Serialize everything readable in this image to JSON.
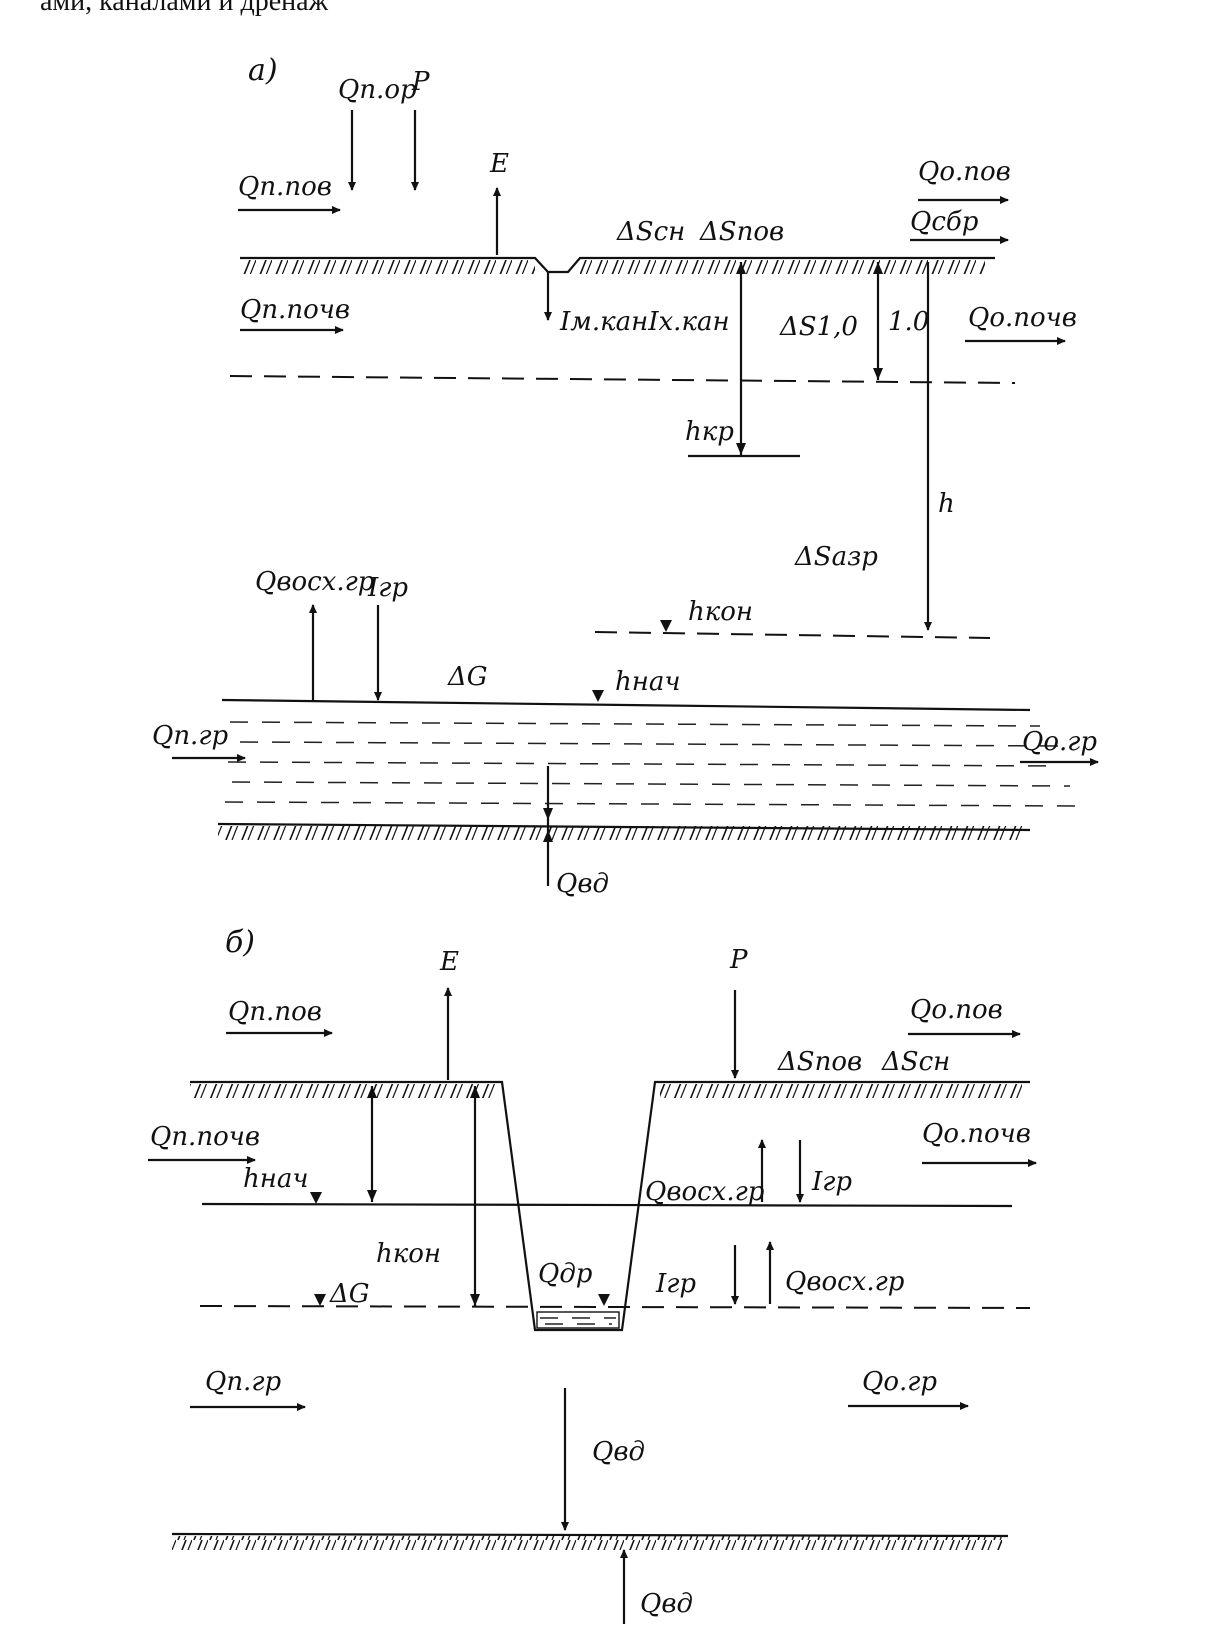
{
  "header_fragment": "ами,  каналами и  дренаж",
  "panel_a": {
    "tag": "а)",
    "inflow_surface": "Qп.пов",
    "inflow_irrigation": "Qп.ор",
    "precip": "P",
    "evap": "E",
    "snow_storage": "ΔSсн",
    "surface_storage": "ΔSпов",
    "outflow_surface": "Qо.пов",
    "discharge": "Qсбр",
    "inflow_soil": "Qп.почв",
    "canal_infiltration": "Iм.канIх.кан",
    "storage_top_layer": "ΔS1,0",
    "depth_1m": "1.0",
    "outflow_soil": "Qо.почв",
    "critical_depth": "hкр",
    "depth": "h",
    "aeration_storage": "ΔSазр",
    "gw_rise": "Qвосх.гр",
    "gw_infiltration": "Iгр",
    "final_level": "hкон",
    "groundwater_storage": "ΔG",
    "initial_level": "hнач",
    "inflow_gw": "Qп.гр",
    "outflow_gw": "Qо.гр",
    "deep_exchange": "Qвд"
  },
  "panel_b": {
    "tag": "б)",
    "evap": "E",
    "precip": "P",
    "inflow_surface": "Qп.пов",
    "outflow_surface": "Qо.пов",
    "surface_storage": "ΔSпов",
    "snow_storage": "ΔSсн",
    "inflow_soil": "Qп.почв",
    "outflow_soil": "Qо.почв",
    "initial_level": "hнач",
    "gw_rise_upper": "Qвосх.гр",
    "gw_infiltration_upper": "Iгр",
    "final_level": "hкон",
    "groundwater_storage": "ΔG",
    "drain_flow": "Qдр",
    "gw_infiltration_lower": "Iгр",
    "gw_rise_lower": "Qвосх.гр",
    "inflow_gw": "Qп.гр",
    "outflow_gw": "Qо.гр",
    "deep_exchange_upper": "Qвд",
    "deep_exchange_lower": "Qвд"
  }
}
